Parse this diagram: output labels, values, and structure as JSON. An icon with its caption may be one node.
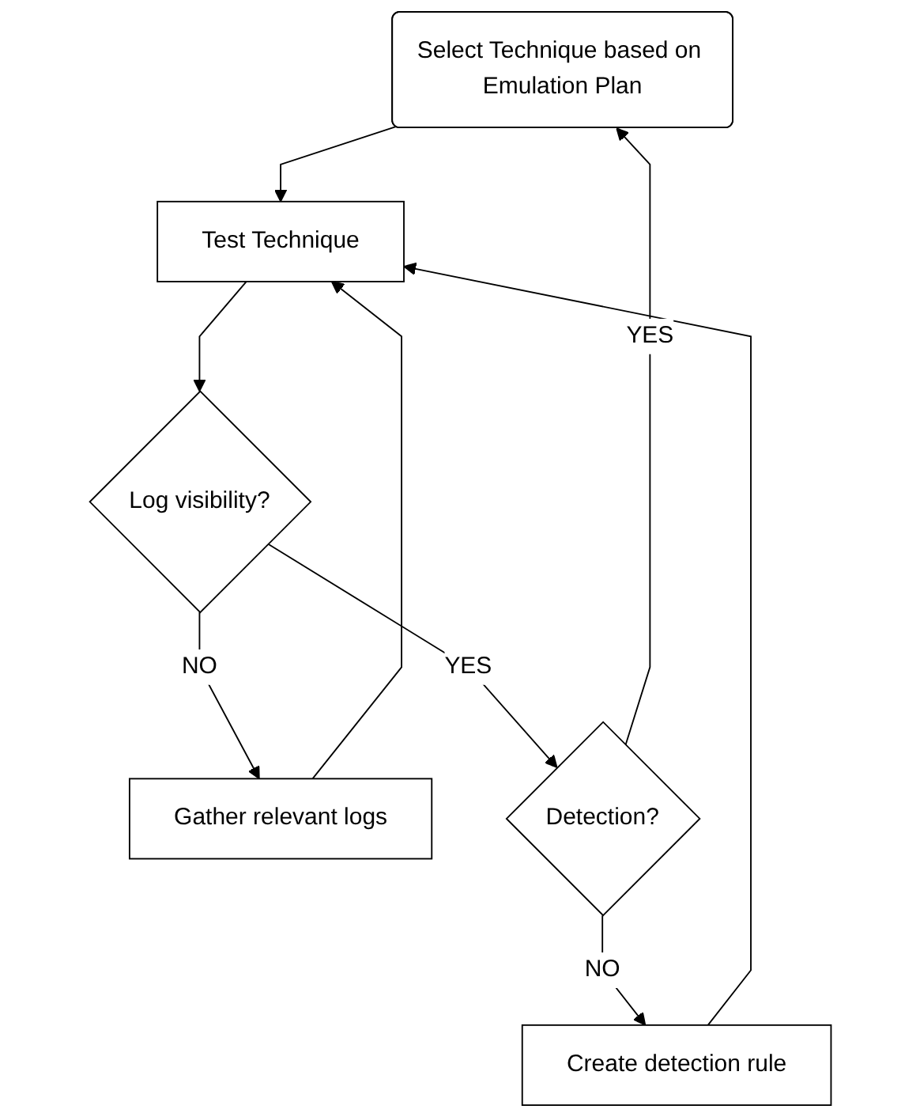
{
  "diagram": {
    "nodes": [
      {
        "text": [
          "Select Technique based on Emulation Plan"
        ]
      },
      {
        "text": [
          "Test Technique"
        ]
      },
      {
        "text": [
          "Log visibility?"
        ]
      },
      {
        "text": [
          "Gather relevant logs"
        ]
      },
      {
        "text": [
          "Detection?"
        ]
      },
      {
        "text": [
          "Create detection rule"
        ]
      }
    ],
    "edges": [
      {
        "from": 0,
        "to": 1,
        "arrow": "to"
      },
      {
        "from": 1,
        "to": 2,
        "arrow": "to"
      },
      {
        "from": 2,
        "to": 3,
        "label": "NO",
        "arrow": "to"
      },
      {
        "from": 2,
        "to": 4,
        "label": "YES",
        "arrow": "to"
      },
      {
        "from": 3,
        "to": 1,
        "arrow": "to"
      },
      {
        "from": 4,
        "to": 5,
        "label": "NO",
        "arrow": "to"
      },
      {
        "from": 4,
        "to": 0,
        "label": "YES",
        "arrow": "to"
      },
      {
        "from": 5,
        "to": 1,
        "arrow": "to"
      }
    ]
  }
}
